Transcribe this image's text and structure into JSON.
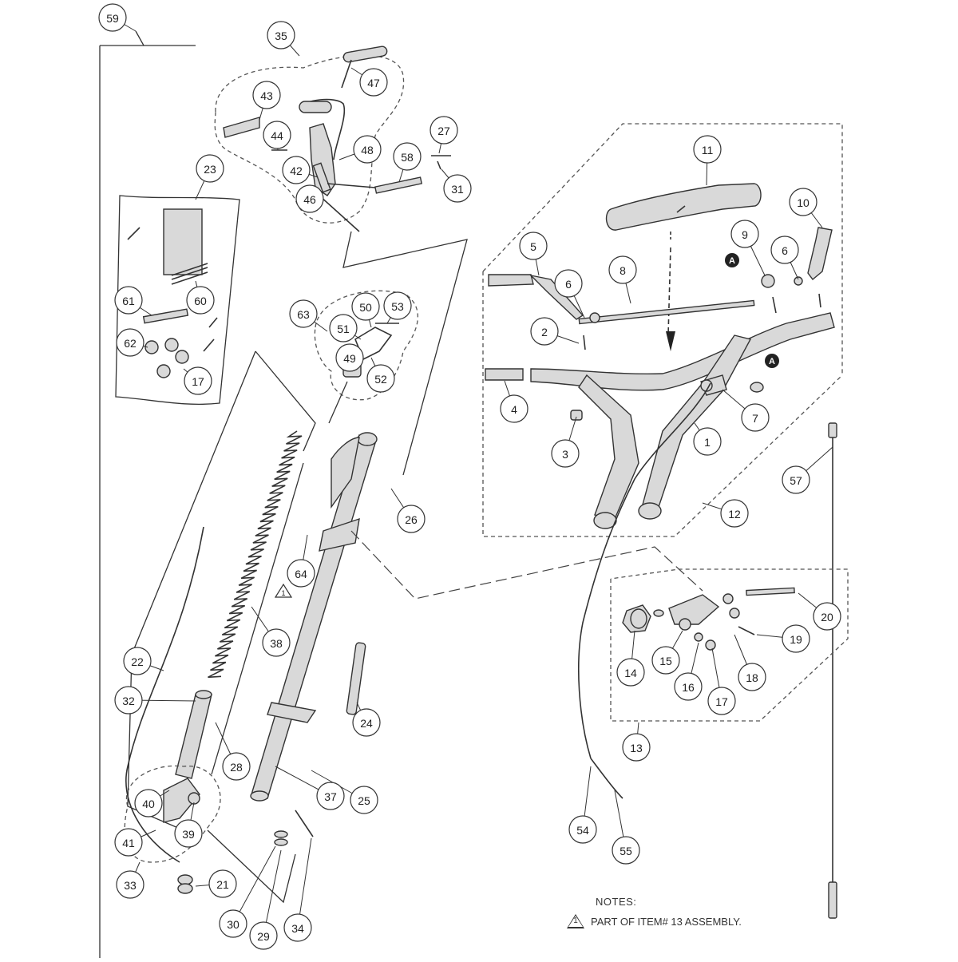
{
  "callouts": [
    "1",
    "2",
    "3",
    "4",
    "5",
    "6",
    "6",
    "7",
    "8",
    "9",
    "10",
    "11",
    "12",
    "13",
    "14",
    "15",
    "16",
    "17",
    "17",
    "18",
    "19",
    "20",
    "21",
    "22",
    "23",
    "24",
    "25",
    "26",
    "27",
    "28",
    "29",
    "30",
    "31",
    "32",
    "33",
    "34",
    "35",
    "37",
    "38",
    "39",
    "40",
    "41",
    "42",
    "43",
    "44",
    "46",
    "47",
    "48",
    "49",
    "50",
    "51",
    "52",
    "53",
    "54",
    "55",
    "57",
    "58",
    "59",
    "60",
    "61",
    "62",
    "63",
    "64"
  ],
  "markers": {
    "a_left": "A",
    "a_right": "A",
    "note_ref": "1"
  },
  "notes": {
    "title": "NOTES:",
    "item_number": "1",
    "item_text": "PART OF ITEM# 13 ASSEMBLY."
  }
}
